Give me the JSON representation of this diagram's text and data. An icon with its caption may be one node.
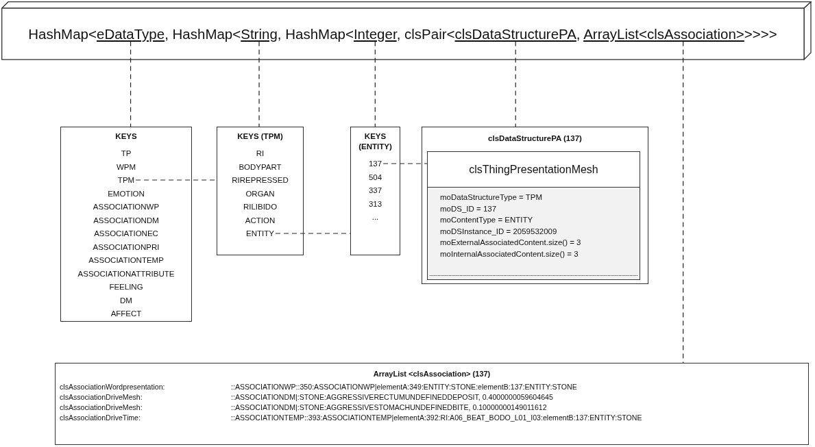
{
  "diagram": {
    "nodes": [
      {
        "text": [
          "HashMap<",
          "eDataType",
          ", HashMap<",
          "String",
          ", HashMap<",
          "Integer",
          ", clsPair<",
          "clsDataStructurePA",
          ", ",
          "ArrayList<clsAssociation>",
          ">>>>"
        ]
      },
      {
        "text": [
          "KEYS",
          "TP",
          "WPM",
          "TPM",
          "EMOTION",
          "ASSOCIATIONWP",
          "ASSOCIATIONDM",
          "ASSOCIATIONEC",
          "ASSOCIATIONPRI",
          "ASSOCIATIONTEMP",
          "ASSOCIATIONATTRIBUTE",
          "FEELING",
          "DM",
          "AFFECT"
        ]
      },
      {
        "text": [
          "KEYS (TPM)",
          "RI",
          "BODYPART",
          "RIREPRESSED",
          "ORGAN",
          "RILIBIDO",
          "ACTION",
          "ENTITY"
        ]
      },
      {
        "text": [
          "KEYS (ENTITY)",
          "137",
          "504",
          "337",
          "313",
          "..."
        ]
      },
      {
        "text": [
          "clsDataStructurePA (137)"
        ]
      },
      {
        "text": [
          "clsThingPresentationMesh",
          "moDataStructureType = TPM",
          "moDS_ID = 137",
          "moContentType = ENTITY",
          "moDSInstance_ID = 2059532009",
          "moExternalAssociatedContent.size() = 3",
          "moInternalAssociatedContent.size() = 3"
        ],
        "in": 4
      },
      {
        "text": [
          "ArrayList <clsAssociation> (137)",
          "clsAssociationWordpresentation:",
          "::ASSOCIATIONWP::350:ASSOCIATIONWP|elementA:349:ENTITY:STONE:elementB:137:ENTITY:STONE",
          "clsAssociationDriveMesh:",
          "::ASSOCIATIONDM|:STONE:AGGRESSIVERECTUMUNDEFINEDDEPOSIT, 0.4000000059604645",
          "clsAssociationDriveMesh:",
          "::ASSOCIATIONDM|:STONE:AGGRESSIVESTOMACHUNDEFINEDBITE, 0.10000000149011612",
          "clsAssociationDriveTime:",
          "::ASSOCIATIONTEMP::393:ASSOCIATIONTEMP|elementA:392:RI:A06_BEAT_BODO_L01_I03:elementB:137:ENTITY:STONE"
        ]
      }
    ],
    "edges": [
      {
        "from": 0,
        "to": 1,
        "arrow": "none",
        "style": "dashed"
      },
      {
        "from": 0,
        "to": 2,
        "arrow": "none",
        "style": "dashed"
      },
      {
        "from": 0,
        "to": 3,
        "arrow": "none",
        "style": "dashed"
      },
      {
        "from": 0,
        "to": 4,
        "arrow": "none",
        "style": "dashed"
      },
      {
        "from": 0,
        "to": 6,
        "arrow": "none",
        "style": "dashed"
      },
      {
        "from": 1,
        "to": 2,
        "arrow": "none",
        "style": "dashed"
      },
      {
        "from": 2,
        "to": 3,
        "arrow": "none",
        "style": "dashed"
      },
      {
        "from": 3,
        "to": 5,
        "arrow": "none",
        "style": "dashed"
      }
    ]
  }
}
